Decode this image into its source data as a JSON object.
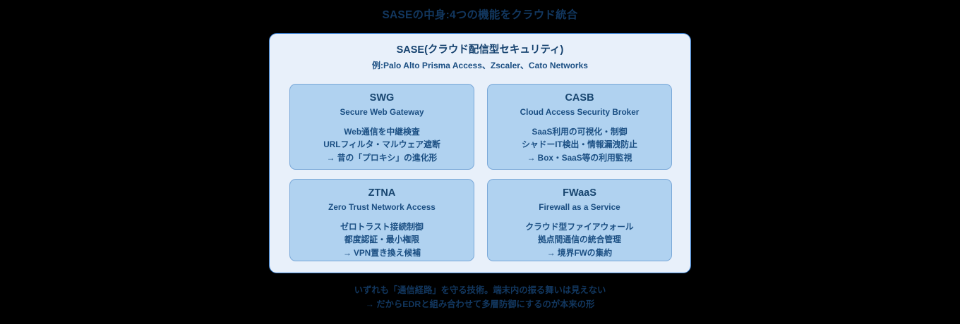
{
  "figure": {
    "title": "SASEの中身:4つの機能をクラウド統合",
    "title_color": "#12375f",
    "background_color": "#000000"
  },
  "sase_container": {
    "background_color": "#e8f0fa",
    "border_color": "#3a7fd0",
    "header": {
      "title": "SASE(クラウド配信型セキュリティ)",
      "subtitle": "例:Palo Alto Prisma Access、Zscaler、Cato Networks"
    }
  },
  "capabilities": {
    "box_background_color": "#b0d2f0",
    "box_border_color": "#7aa8d8",
    "items": [
      {
        "abbr": "SWG",
        "full_name": "Secure Web Gateway",
        "lines": [
          "Web通信を中継検査",
          "URLフィルタ・マルウェア遮断",
          "→ 昔の「プロキシ」の進化形"
        ]
      },
      {
        "abbr": "CASB",
        "full_name": "Cloud Access Security Broker",
        "lines": [
          "SaaS利用の可視化・制御",
          "シャドーIT検出・情報漏洩防止",
          "→ Box・SaaS等の利用監視"
        ]
      },
      {
        "abbr": "ZTNA",
        "full_name": "Zero Trust Network Access",
        "lines": [
          "ゼロトラスト接続制御",
          "都度認証・最小権限",
          "→ VPN置き換え候補"
        ]
      },
      {
        "abbr": "FWaaS",
        "full_name": "Firewall as a Service",
        "lines": [
          "クラウド型ファイアウォール",
          "拠点間通信の統合管理",
          "→ 境界FWの集約"
        ]
      }
    ]
  },
  "footer": {
    "line1": "いずれも「通信経路」を守る技術。端末内の振る舞いは見えない",
    "line2": "→ だからEDRと組み合わせて多層防御にするのが本来の形"
  }
}
